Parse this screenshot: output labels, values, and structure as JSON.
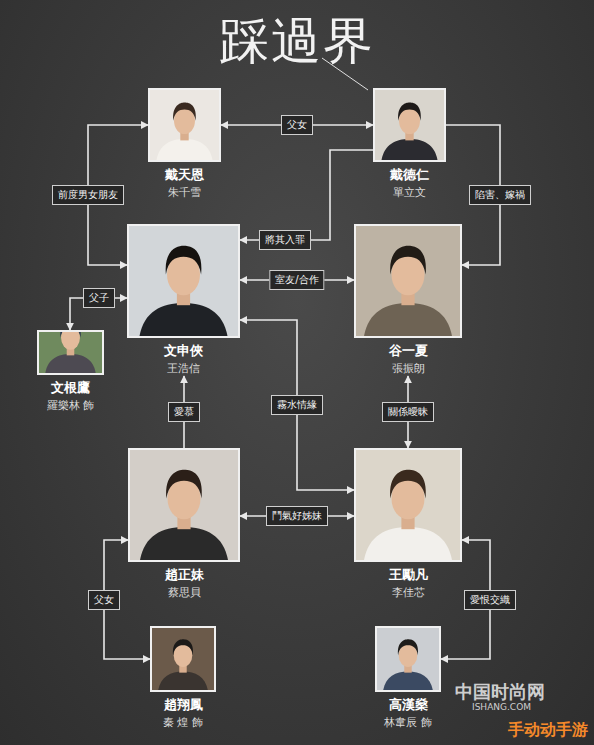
{
  "diagram": {
    "title": "踩過界",
    "nodes": [
      {
        "text": [
          "戴天恩",
          "朱千雪"
        ]
      },
      {
        "text": [
          "戴德仁",
          "單立文"
        ]
      },
      {
        "text": [
          "文申俠",
          "王浩信"
        ]
      },
      {
        "text": [
          "谷一夏",
          "張振朗"
        ]
      },
      {
        "text": [
          "文根鷹",
          "羅樂林 飾"
        ]
      },
      {
        "text": [
          "趙正妹",
          "蔡思貝"
        ]
      },
      {
        "text": [
          "王勵凡",
          "李佳芯"
        ]
      },
      {
        "text": [
          "趙翔鳳",
          "秦 煌 飾"
        ]
      },
      {
        "text": [
          "高漢燊",
          "林韋辰 飾"
        ]
      }
    ],
    "edges": [
      {
        "from": 0,
        "to": 1,
        "label": "父女",
        "arrow": "both"
      },
      {
        "from": 0,
        "to": 2,
        "label": "前度男女朋友",
        "arrow": "both"
      },
      {
        "from": 1,
        "to": 3,
        "label": "陷害、嫁禍",
        "arrow": "to"
      },
      {
        "from": 1,
        "to": 2,
        "label": "將其入罪",
        "arrow": "to"
      },
      {
        "from": 2,
        "to": 3,
        "label": "室友/合作",
        "arrow": "both"
      },
      {
        "from": 2,
        "to": 6,
        "label": "霧水情緣",
        "arrow": "both"
      },
      {
        "from": 2,
        "to": 4,
        "label": "父子",
        "arrow": "both"
      },
      {
        "from": 5,
        "to": 2,
        "label": "愛慕",
        "arrow": "to"
      },
      {
        "from": 3,
        "to": 6,
        "label": "關係曖昧",
        "arrow": "both"
      },
      {
        "from": 5,
        "to": 6,
        "label": "鬥氣好姊妹",
        "arrow": "both"
      },
      {
        "from": 5,
        "to": 7,
        "label": "父女",
        "arrow": "both"
      },
      {
        "from": 6,
        "to": 8,
        "label": "愛恨交織",
        "arrow": "both"
      }
    ],
    "labels": [
      "中国时尚网",
      "ISHANG.COM",
      "手动动手游"
    ]
  }
}
